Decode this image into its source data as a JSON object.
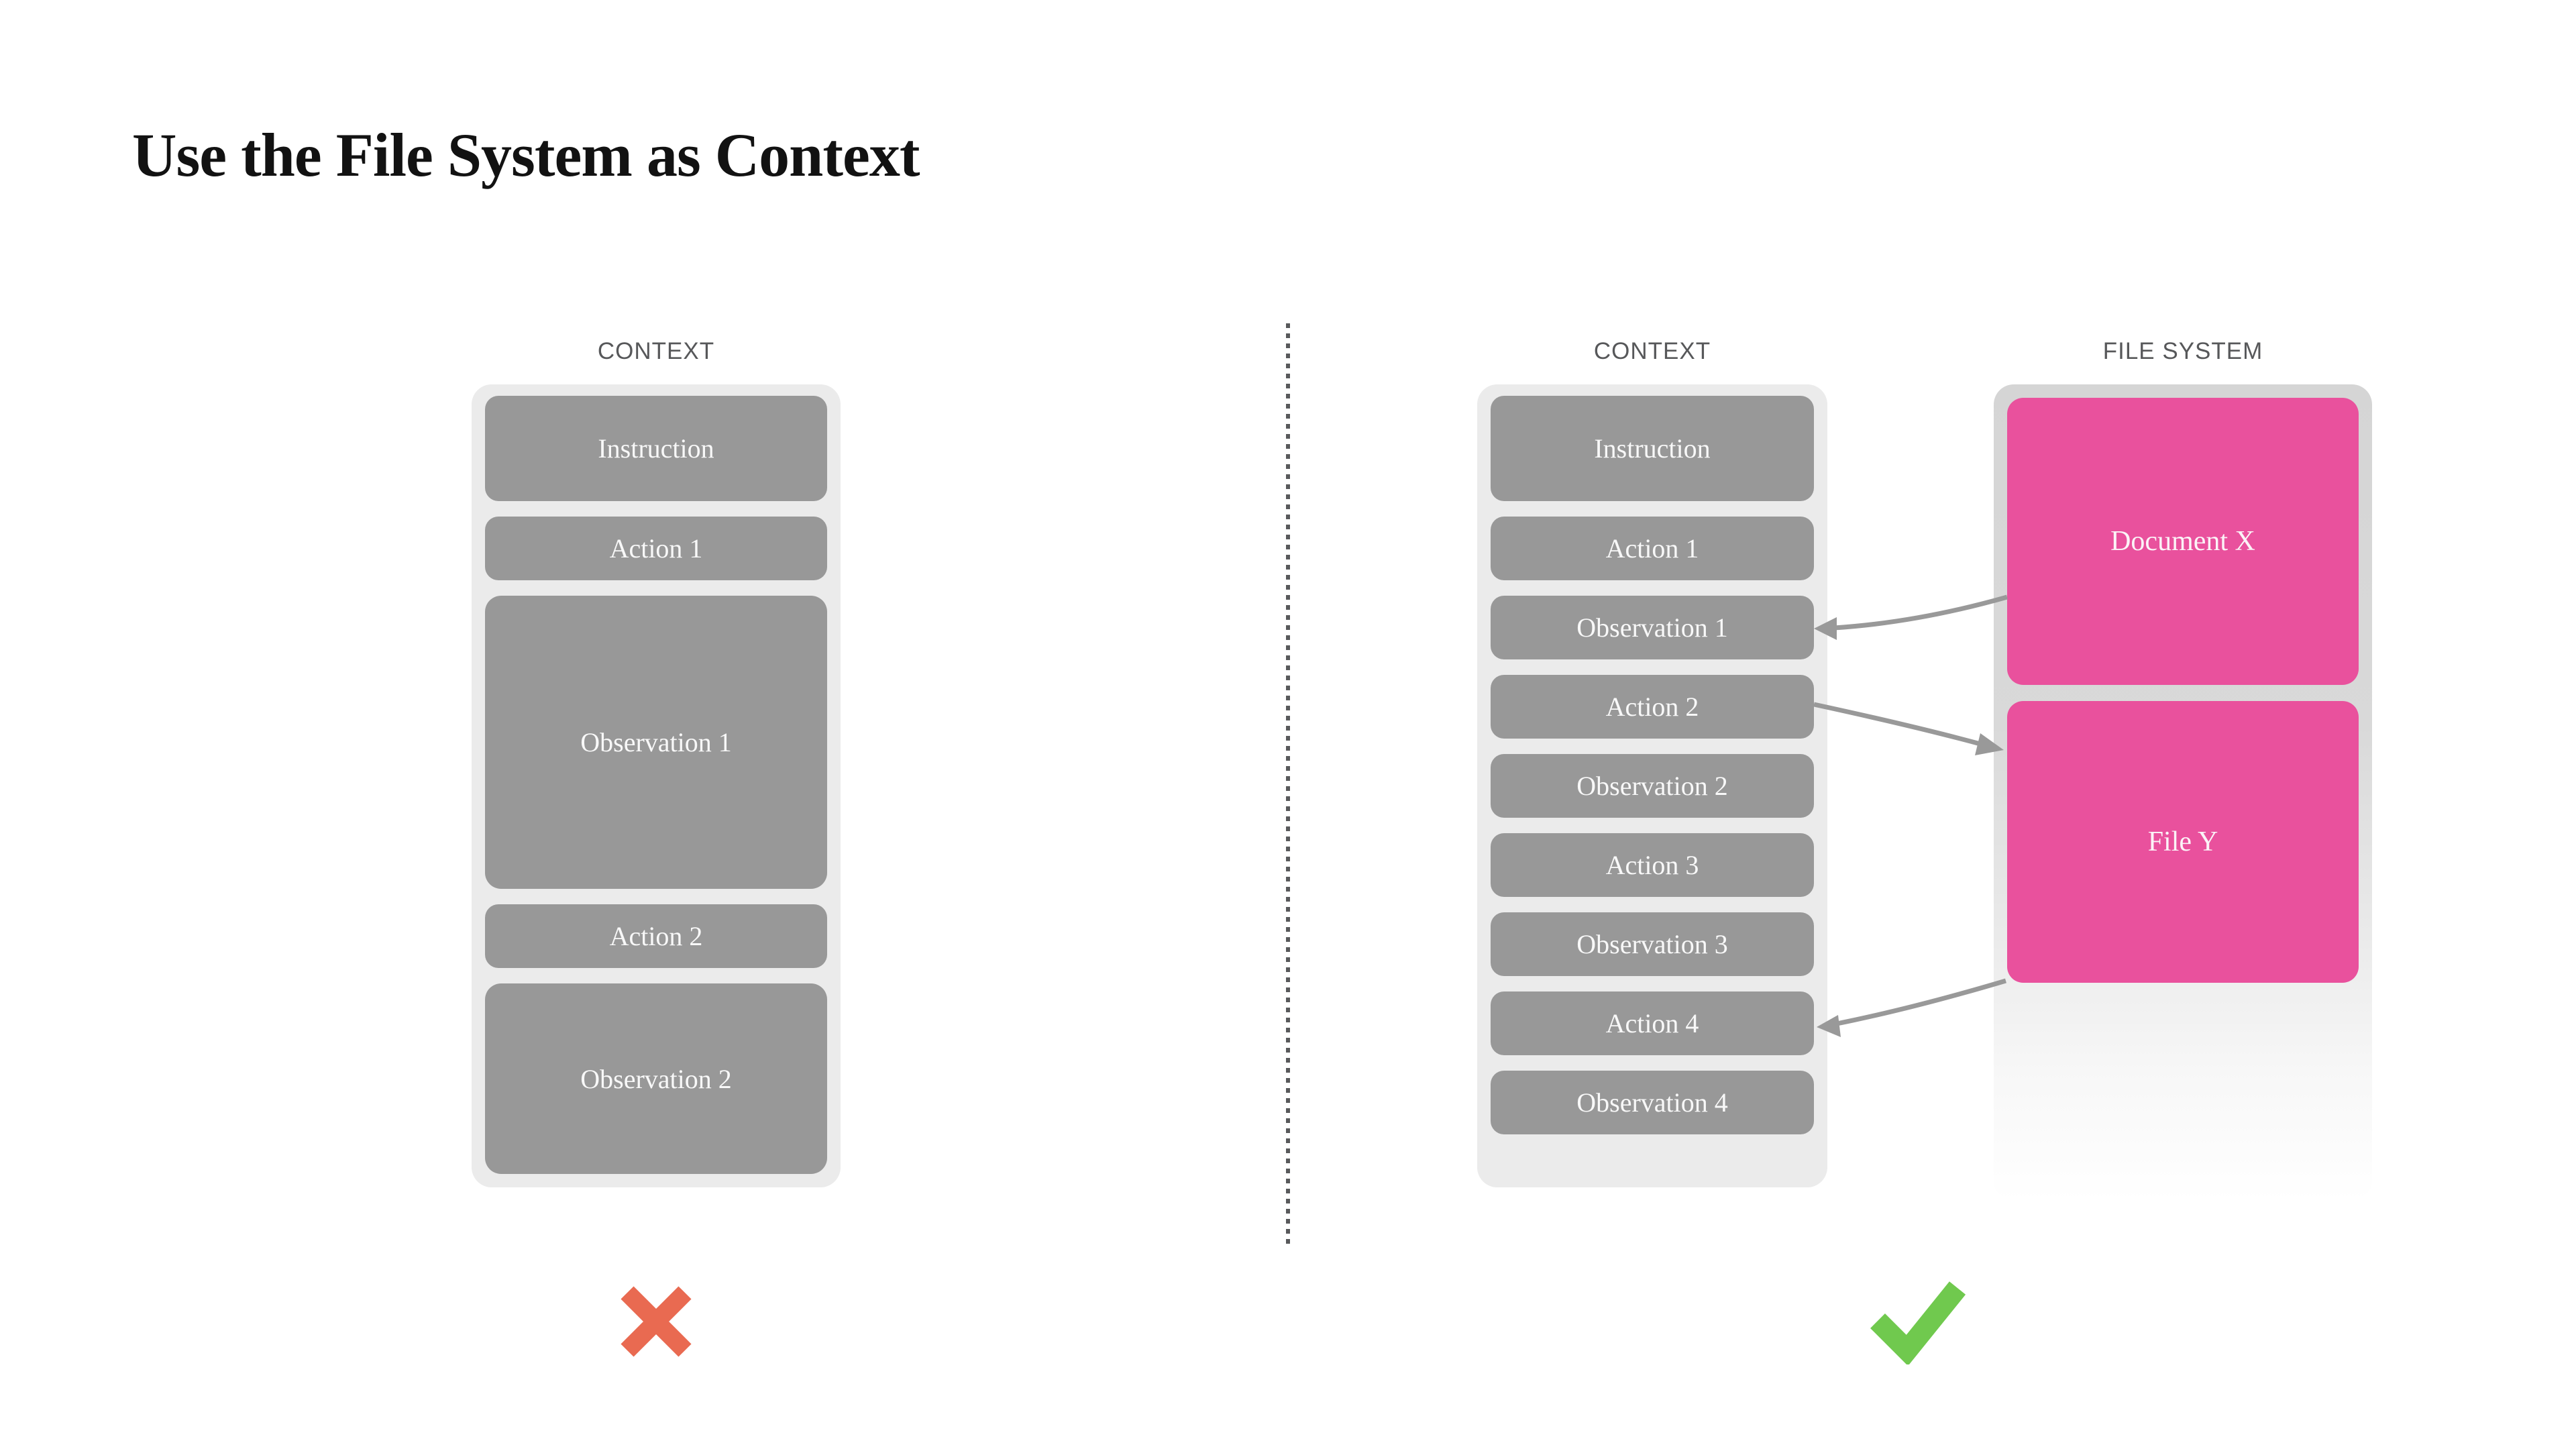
{
  "title": "Use the File System as Context",
  "left_panel": {
    "label": "CONTEXT",
    "boxes": [
      "Instruction",
      "Action 1",
      "Observation 1",
      "Action 2",
      "Observation 2"
    ],
    "verdict": "rejected"
  },
  "right_panel": {
    "context": {
      "label": "CONTEXT",
      "boxes": [
        "Instruction",
        "Action 1",
        "Observation 1",
        "Action 2",
        "Observation 2",
        "Action 3",
        "Observation 3",
        "Action 4",
        "Observation 4"
      ]
    },
    "file_system": {
      "label": "FILE SYSTEM",
      "boxes": [
        "Document X",
        "File Y"
      ]
    },
    "verdict": "approved"
  },
  "colors": {
    "box_gray": "#989898",
    "panel_gray": "#ebebeb",
    "file_system_gray": "#d9d9d9",
    "pink": "#e9519d",
    "arrow_gray": "#999999",
    "cross_red": "#e96a51",
    "check_green": "#70c94e",
    "label_gray": "#57585a"
  }
}
